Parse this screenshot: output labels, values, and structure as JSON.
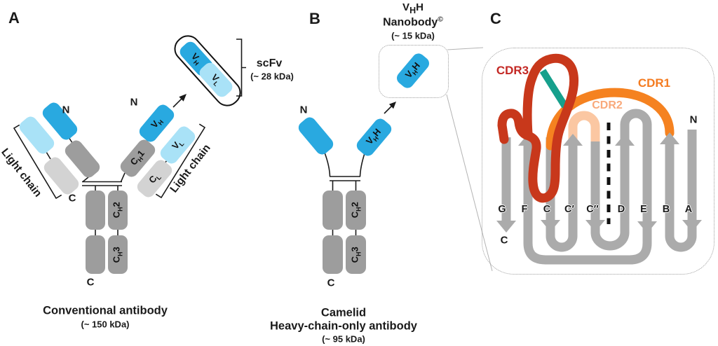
{
  "colors": {
    "blue": "#29a9e0",
    "light_blue": "#a9e2f7",
    "gray": "#9d9d9d",
    "light_gray": "#d3d3d3",
    "strand_gray": "#ababab",
    "cdr3_red": "#c8381b",
    "cdr1_orange": "#f58220",
    "cdr2_peach": "#fbc7a2",
    "disulfide_teal": "#16a08c"
  },
  "domains": {
    "vh": {
      "pre": "V",
      "sub": "H",
      "post": ""
    },
    "vl": {
      "pre": "V",
      "sub": "L",
      "post": ""
    },
    "ch1": {
      "pre": "C",
      "sub": "H",
      "post": "1"
    },
    "ch2": {
      "pre": "C",
      "sub": "H",
      "post": "2"
    },
    "ch3": {
      "pre": "C",
      "sub": "H",
      "post": "3"
    },
    "cl": {
      "pre": "C",
      "sub": "L",
      "post": ""
    },
    "vhh": {
      "pre": "V",
      "sub": "H",
      "post": "H"
    }
  },
  "panelA": {
    "letter": "A",
    "n_label": "N",
    "c_label": "C",
    "light_chain": "Light chain",
    "scfv_label": "scFv",
    "scfv_mass": "(~ 28 kDa)",
    "caption": "Conventional antibody",
    "mass": "(~ 150 kDa)"
  },
  "panelB": {
    "letter": "B",
    "n_label": "N",
    "c_label": "C",
    "nanobody": "Nanobody",
    "copyright": "©",
    "title_mass": "(~ 15 kDa)",
    "caption_line1": "Camelid",
    "caption_line2": "Heavy-chain-only antibody",
    "mass": "(~ 95 kDa)"
  },
  "panelC": {
    "letter": "C",
    "cdr1": "CDR1",
    "cdr2": "CDR2",
    "cdr3": "CDR3",
    "n_label": "N",
    "c_label": "C",
    "strands": [
      "G",
      "F",
      "C",
      "C′",
      "C″",
      "D",
      "E",
      "B",
      "A"
    ]
  }
}
